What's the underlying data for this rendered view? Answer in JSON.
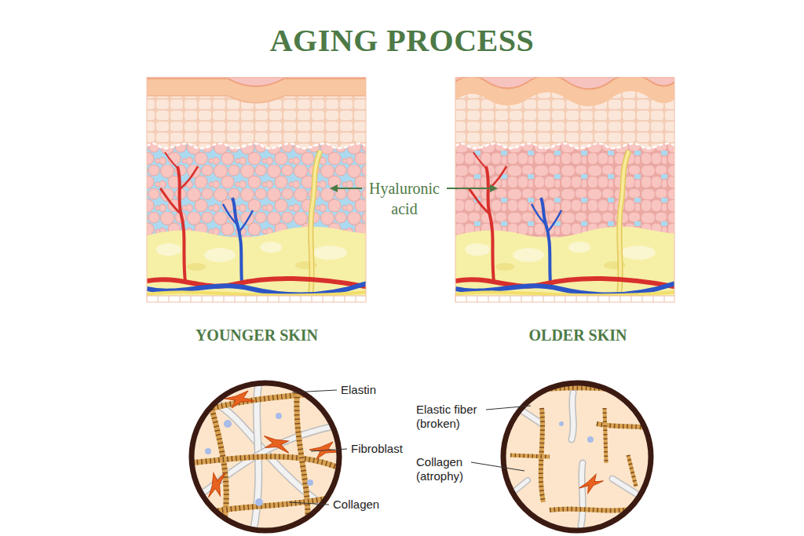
{
  "diagram": {
    "title": "AGING PROCESS",
    "labels": [
      "Hyaluronic acid",
      "YOUNGER SKIN",
      "OLDER SKIN",
      "Elastin",
      "Fibroblast",
      "Collagen",
      "Elastic fiber (broken)",
      "Collagen (atrophy)"
    ]
  }
}
